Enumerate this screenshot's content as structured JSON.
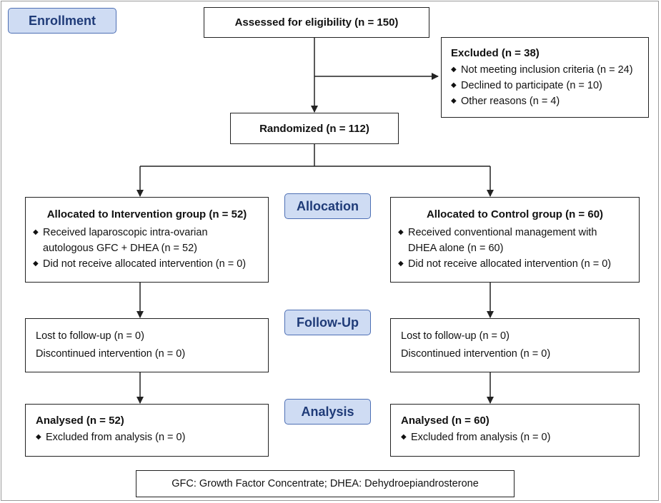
{
  "stages": {
    "enrollment": "Enrollment",
    "allocation": "Allocation",
    "followup": "Follow-Up",
    "analysis": "Analysis"
  },
  "assessed": "Assessed for eligibility (n = 150)",
  "excluded": {
    "title": "Excluded (n = 38)",
    "items": [
      "Not meeting inclusion criteria (n = 24)",
      "Declined to participate (n = 10)",
      "Other reasons (n = 4)"
    ]
  },
  "randomized": "Randomized (n = 112)",
  "intervention": {
    "allocation_title": "Allocated to Intervention group (n = 52)",
    "allocation_items": [
      "Received laparoscopic intra-ovarian autologous GFC + DHEA (n = 52)",
      "Did not receive allocated intervention (n = 0)"
    ],
    "followup": [
      "Lost to follow-up (n = 0)",
      "Discontinued intervention (n = 0)"
    ],
    "analysis_title": "Analysed (n = 52)",
    "analysis_item": "Excluded from analysis (n = 0)"
  },
  "control": {
    "allocation_title": "Allocated to Control group (n = 60)",
    "allocation_items": [
      "Received conventional management with DHEA alone (n = 60)",
      "Did not receive allocated intervention (n = 0)"
    ],
    "followup": [
      "Lost to follow-up (n = 0)",
      "Discontinued intervention (n = 0)"
    ],
    "analysis_title": "Analysed (n = 60)",
    "analysis_item": "Excluded from analysis (n = 0)"
  },
  "footnote": "GFC: Growth Factor Concentrate; DHEA: Dehydroepiandrosterone",
  "bullet_glyph": "◆"
}
